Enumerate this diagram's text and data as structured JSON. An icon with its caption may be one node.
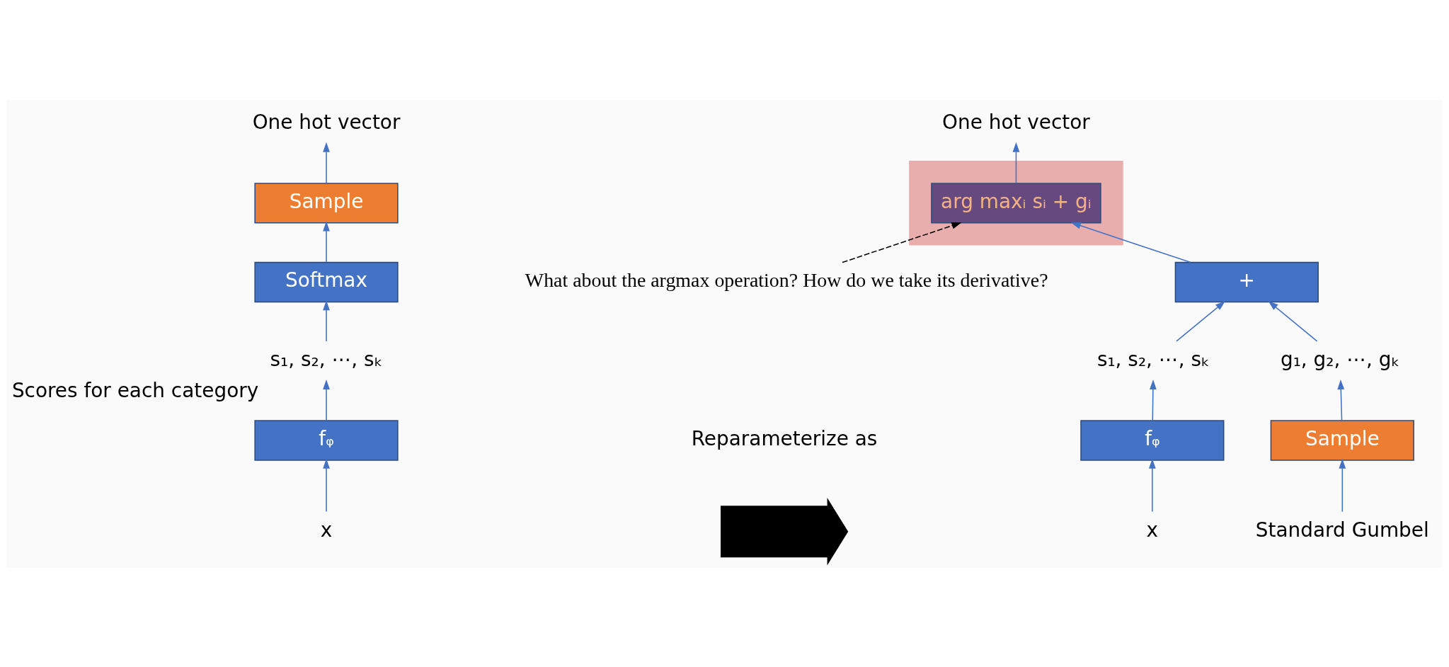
{
  "diagram": {
    "nodes": [
      {
        "text": [
          "One hot vector"
        ]
      },
      {
        "text": [
          "Sample"
        ]
      },
      {
        "text": [
          "Softmax"
        ]
      },
      {
        "text": [
          "s₁, s₂, ⋯, sₖ"
        ],
        "beside": [
          "Scores for each category"
        ]
      },
      {
        "text": [
          "fᵩ"
        ]
      },
      {
        "text": [
          "x"
        ]
      },
      {
        "text": [
          "One hot vector"
        ]
      },
      {
        "text": [],
        "shape": "box"
      },
      {
        "text": [
          "arg maxᵢ sᵢ + gᵢ"
        ],
        "in": 7
      },
      {
        "text": [
          "What about the argmax operation? How do we take its derivative?"
        ]
      },
      {
        "text": [
          "+"
        ]
      },
      {
        "text": [
          "s₁, s₂, ⋯, sₖ"
        ]
      },
      {
        "text": [
          "g₁, g₂, ⋯, gₖ"
        ]
      },
      {
        "text": [
          "fᵩ"
        ]
      },
      {
        "text": [
          "Sample"
        ]
      },
      {
        "text": [
          "x"
        ]
      },
      {
        "text": [
          "Standard Gumbel"
        ]
      },
      {
        "text": [],
        "shape": "arrow"
      }
    ],
    "edges": [
      {
        "from": 5,
        "to": 4,
        "arrow": "to"
      },
      {
        "from": 4,
        "to": 3,
        "arrow": "to"
      },
      {
        "from": 3,
        "to": 2,
        "arrow": "to"
      },
      {
        "from": 2,
        "to": 1,
        "arrow": "to"
      },
      {
        "from": 1,
        "to": 0,
        "arrow": "to"
      },
      {
        "from": 9,
        "to": 8,
        "arrow": "to",
        "style": "dashed",
        "color": "#000000"
      },
      {
        "from": 8,
        "to": 6,
        "arrow": "to"
      },
      {
        "from": 10,
        "to": 8,
        "arrow": "to"
      },
      {
        "from": 11,
        "to": 10,
        "arrow": "to"
      },
      {
        "from": 12,
        "to": 10,
        "arrow": "to"
      },
      {
        "from": 15,
        "to": 13,
        "arrow": "to"
      },
      {
        "from": 13,
        "to": 11,
        "arrow": "to"
      },
      {
        "from": 16,
        "to": 14,
        "arrow": "to"
      },
      {
        "from": 14,
        "to": 12,
        "arrow": "to"
      }
    ],
    "labels": [
      "Reparameterize as"
    ]
  }
}
